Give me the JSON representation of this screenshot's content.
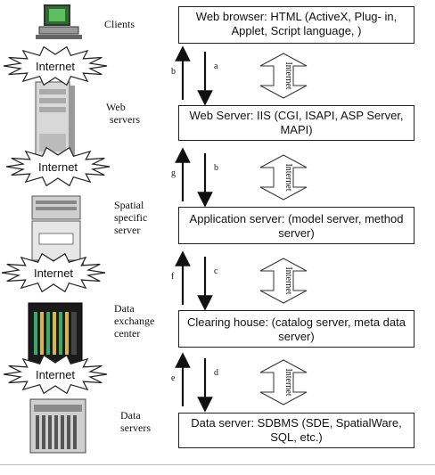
{
  "tiers": [
    {
      "label_lines": [
        "Clients"
      ],
      "box_text": "Web browser: HTML (ActiveX, Plug- in, Applet, Script language, )"
    },
    {
      "label_lines": [
        "Web",
        "servers"
      ],
      "box_text": "Web Server: IIS (CGI, ISAPI, ASP Server, MAPI)"
    },
    {
      "label_lines": [
        "Spatial",
        "specific",
        "server"
      ],
      "box_text": "Application server: (model server, method server)"
    },
    {
      "label_lines": [
        "Data",
        "exchange",
        "center"
      ],
      "box_text": "Clearing house: (catalog server, meta data server)"
    },
    {
      "label_lines": [
        "Data",
        "servers"
      ],
      "box_text": "Data server: SDBMS (SDE, SpatialWare, SQL, etc.)"
    }
  ],
  "internet_label": "Internet",
  "connection_label": "Internet",
  "arrow_pairs": [
    {
      "up": "b",
      "down": "a"
    },
    {
      "up": "g",
      "down": "b"
    },
    {
      "up": "f",
      "down": "c"
    },
    {
      "up": "e",
      "down": "d"
    }
  ],
  "icons": [
    "desktop-computer-icon",
    "tower-server-icon",
    "rack-server-icon",
    "mainframe-cabinet-icon",
    "storage-array-icon"
  ]
}
